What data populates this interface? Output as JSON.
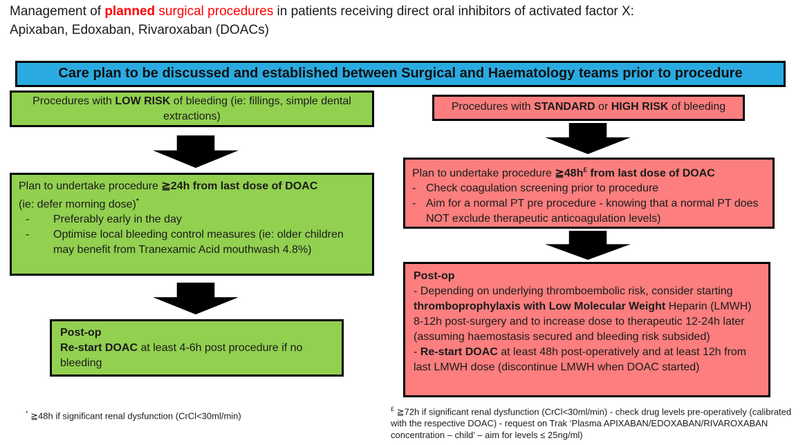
{
  "palette": {
    "banner_bg": "#29ABE2",
    "low_risk_green": "#92D050",
    "high_risk_red": "#FC7E7E",
    "title_highlight_red": "#FF0000",
    "arrow_black": "#000000"
  },
  "title": {
    "prefix": "Management of ",
    "planned": "planned",
    "surgical": " surgical procedures ",
    "rest": "in patients receiving direct oral inhibitors of activated factor X:",
    "line2": "Apixaban, Edoxaban, Rivaroxaban (DOACs)"
  },
  "banner": {
    "text": "Care plan to be discussed and established between Surgical and Haematology teams prior to procedure"
  },
  "left": {
    "box1": {
      "n1": "Procedures with ",
      "b1": "LOW RISK",
      "n2": " of bleeding (ie: fillings, simple dental extractions)"
    },
    "box2": {
      "line1_normal": "Plan to undertake procedure ",
      "line1_bold": "≧24h from last dose of DOAC",
      "line2": "(ie: defer morning dose)",
      "line2_sup": "*",
      "dash": "-",
      "bullets": [
        "Preferably early in the day",
        "Optimise local bleeding control measures (ie: older children may benefit from Tranexamic Acid mouthwash 4.8%)"
      ]
    },
    "box3": {
      "heading": "Post-op",
      "bold": "Re-start DOAC",
      "rest": " at least 4-6h post procedure if no bleeding"
    },
    "footnote": {
      "sup": "*",
      "text": " ≧48h if significant renal dysfunction (CrCl<30ml/min)"
    }
  },
  "right": {
    "box1": {
      "n1": "Procedures with ",
      "b1": "STANDARD",
      "n2": " or ",
      "b2": "HIGH RISK",
      "n3": " of bleeding"
    },
    "box2": {
      "line1_normal": "Plan to undertake procedure ",
      "line1_bold1": "≧48h",
      "line1_sup": "£",
      "line1_bold2": " from last dose of DOAC",
      "dash": "-",
      "bullets": [
        "Check coagulation screening prior to procedure",
        "Aim for a normal PT pre procedure - knowing that a normal PT does NOT exclude therapeutic anticoagulation levels)"
      ]
    },
    "box3": {
      "heading": "Post-op",
      "p1_n1": "- Depending on underlying thromboembolic risk, consider starting ",
      "p1_b1": "thromboprophylaxis with Low Molecular Weight",
      "p1_n2": " Heparin (LMWH) 8-12h post-surgery and to increase dose to therapeutic 12-24h later (assuming haemostasis secured and bleeding risk subsided)",
      "p2_n1": "- ",
      "p2_b1": "Re-start DOAC",
      "p2_n2": " at least 48h post-operatively and at least 12h from last LMWH dose (discontinue LMWH when DOAC started)"
    },
    "footnote": {
      "sup": "£",
      "text": " ≧72h if significant renal dysfunction (CrCl<30ml/min) - check drug levels pre-operatively (calibrated with the respective DOAC) - request on Trak ‘Plasma APIXABAN/EDOXABAN/RIVAROXABAN concentration – child’ – aim for levels ≤ 25ng/ml)"
    }
  }
}
